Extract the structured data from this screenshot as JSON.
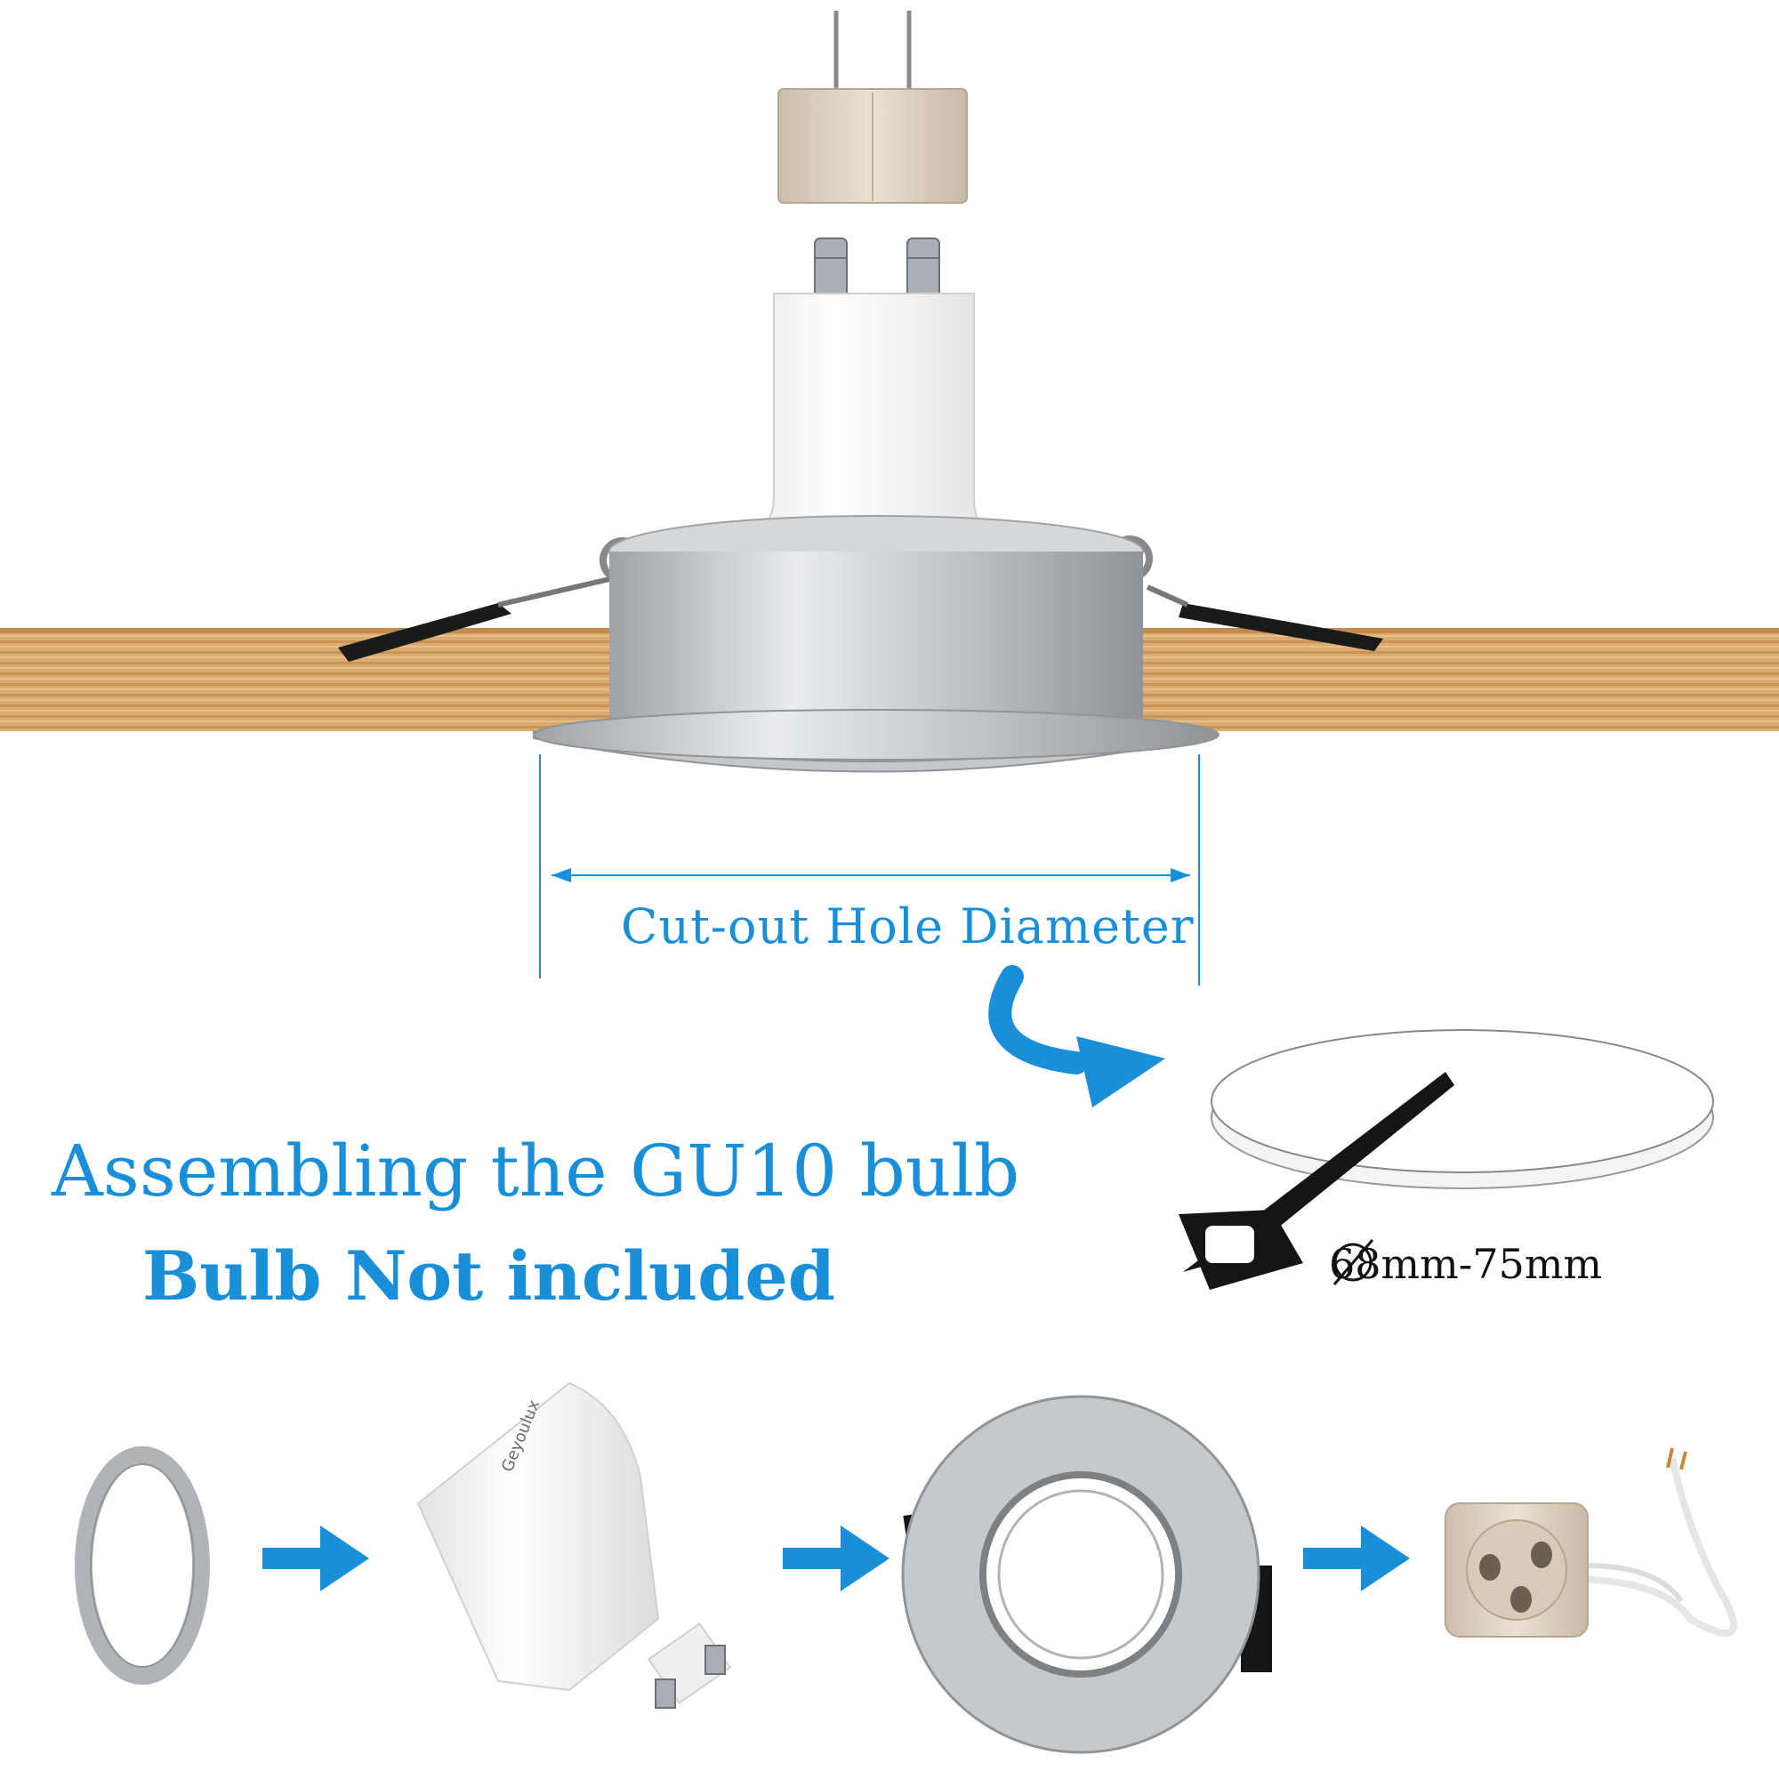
{
  "diagram": {
    "dimension_label": "Cut-out Hole Diameter",
    "title": "Assembling the GU10 bulb",
    "subtitle": "Bulb Not included",
    "cutout_size": "68mm-75mm",
    "product_brand_mark": "Geyoulux"
  },
  "colors": {
    "accent_blue": "#1a8fd9",
    "wood": "#d9a76a",
    "wood_dark": "#b57e40",
    "metal": "#c9ccd0",
    "bulb_white": "#f4f4f4",
    "ceramic": "#e0d3c2",
    "black": "#151515"
  },
  "icons": [
    "diameter-symbol-icon",
    "saw-icon",
    "arrow-right-icon",
    "curved-arrow-icon"
  ]
}
